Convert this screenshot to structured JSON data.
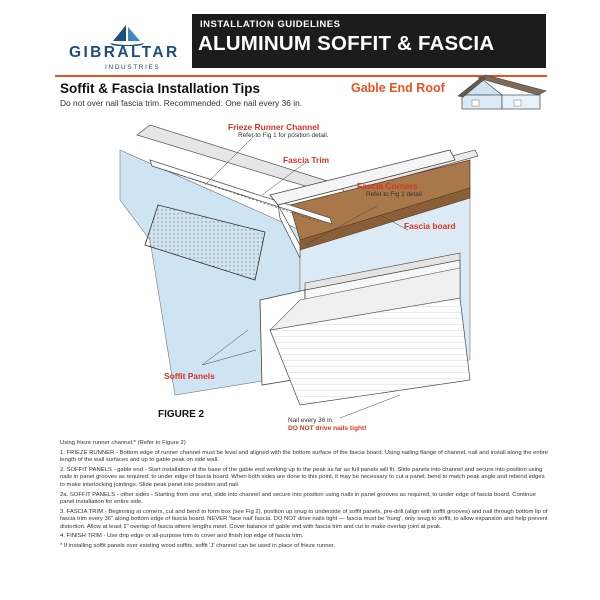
{
  "brand": {
    "name": "GIBRALTAR",
    "sub": "INDUSTRIES",
    "icon": "sailboat-logo-icon"
  },
  "banner": {
    "subtitle": "INSTALLATION GUIDELINES",
    "title": "ALUMINUM SOFFIT & FASCIA"
  },
  "section": {
    "title": "Soffit & Fascia Installation Tips",
    "subtitle": "Do not over nail fascia trim. Recommended: One nail every 36 in.",
    "roof_type": "Gable End Roof"
  },
  "callouts": {
    "frieze": {
      "title": "Frieze Runner Channel",
      "note": "Refer to Fig 1 for position detail."
    },
    "fascia_trim": {
      "title": "Fascia Trim"
    },
    "fascia_corners": {
      "title": "Fascia Corners",
      "note": "Refer to Fig 1 detail."
    },
    "fascia_board": {
      "title": "Fascia board"
    },
    "soffit_panels": {
      "title": "Soffit Panels"
    }
  },
  "figure": {
    "label": "FIGURE 2",
    "nail_note": "Nail every 36 in.",
    "nail_warning": "DO NOT drive nails tight!"
  },
  "instructions": [
    "Using frieze runner channel:* (Refer to Figure 2)",
    "1. FRIEZE RUNNER - Bottom edge of runner channel must be level and aligned with the bottom surface of the fascia board. Using nailing flange of channel, nail and install along the entire length of the wall surfaces and up to gable peak on side wall.",
    "2. SOFFIT PANELS - gable end - Start installation at the base of the gable end working up to the peak as far as full panels will fit. Slide panels into channel and secure into position using nails in panel grooves as required, to under edge of fascia board. When both sides are done to this point, it may be necessary to cut a panel, bend to match peak angle and rebend edges to make interlocking jointings. Slide peak panel into position and nail.",
    "2a. SOFFIT PANELS - other sides - Starting from one end, slide into channel and secure into position using nails in panel grooves as required, to under edge of fascia board. Continue panel installation for entire side.",
    "3. FASCIA TRIM - Beginning at corners, cut and bend to form box (see Fig 2), position up snug to underside of soffit panels, pre-drill (align with soffit grooves) and nail through bottom lip of fascia trim every 36\" along bottom edge of fascia board. NEVER 'face nail' fascia. DO NOT drive nails tight — fascia must be 'hung', only snug to soffit, to allow expansion and help prevent distortion. Allow at least 1\" overlap of fascia where lengths meet. Cover balance of gable end with fascia trim and cut to make overlap joint at peak.",
    "4. FINISH TRIM - Use drip edge or all-purpose trim to cover and finish top edge of fascia trim.",
    "* If installing soffit panels over existing wood soffits, soffit 'J' channel can be used in place of frieze runner."
  ],
  "colors": {
    "accent": "#e9531d",
    "callout_red": "#d9341f",
    "banner_bg": "#1c1c1c",
    "brand_blue": "#1c4f7d",
    "wall_blue": "#cfe4f2",
    "wood": "#a8784a"
  }
}
